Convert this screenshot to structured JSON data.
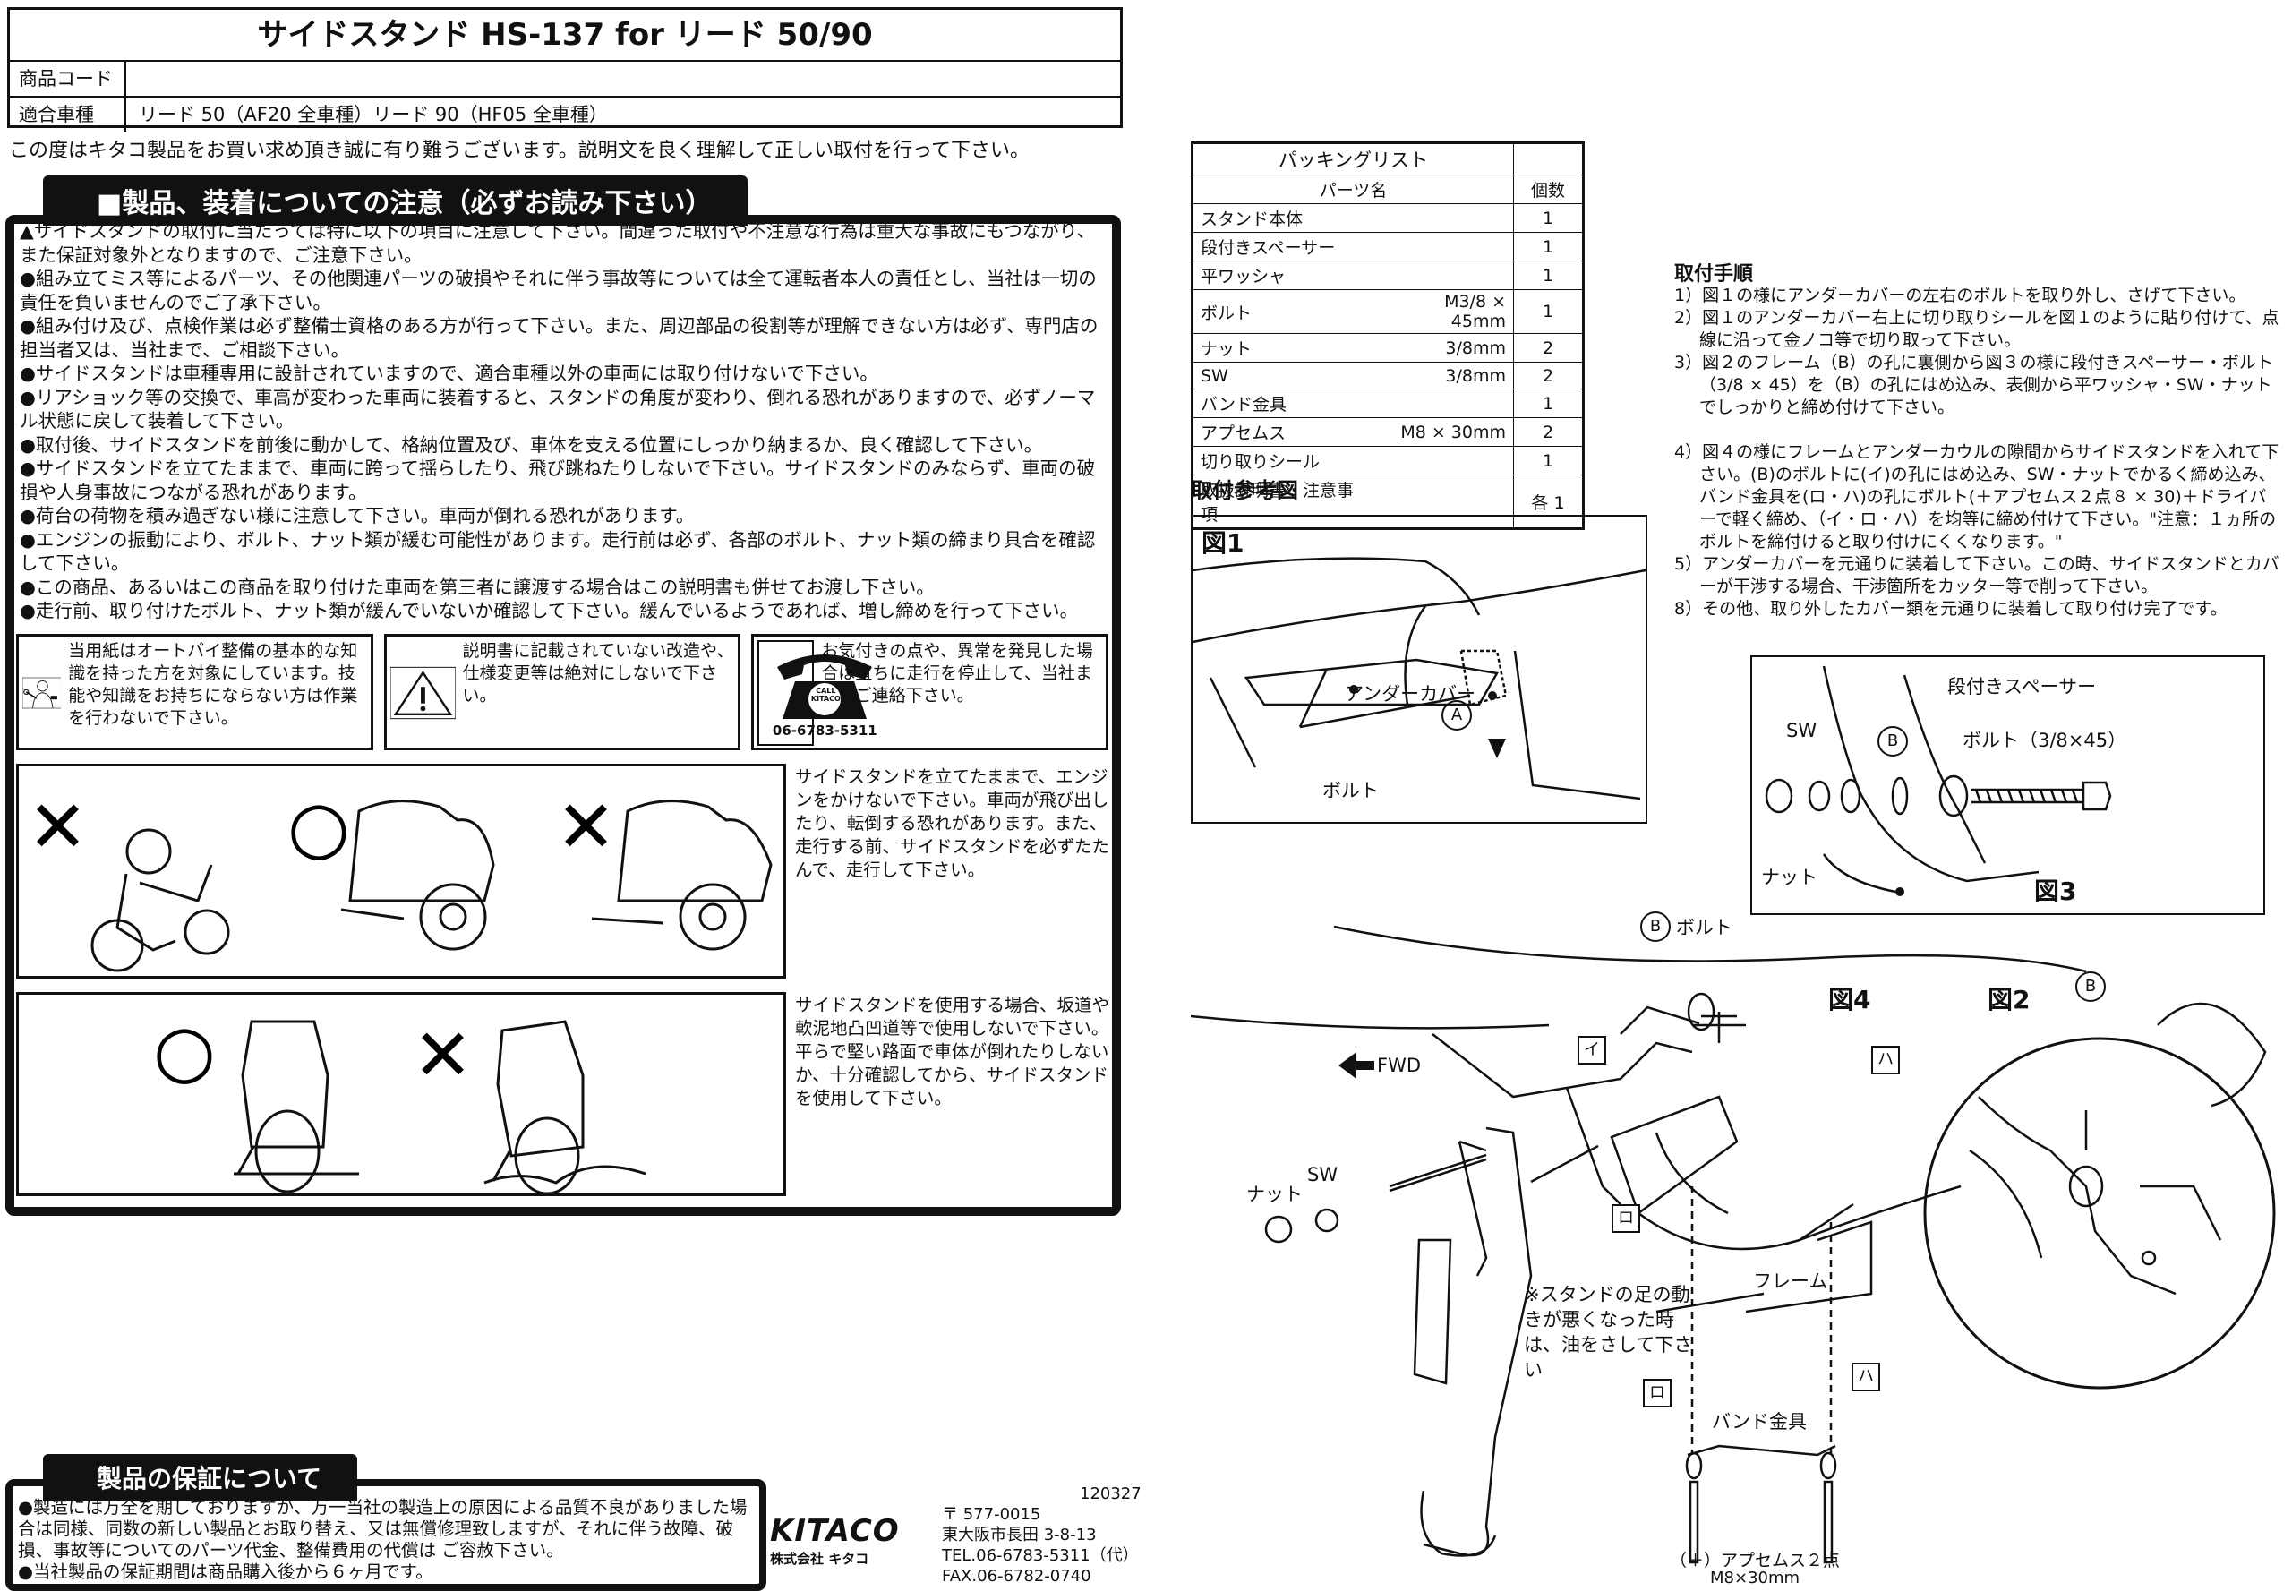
{
  "header": {
    "title": "サイドスタンド HS-137 for リード 50/90",
    "rows": [
      {
        "key": "商品コード",
        "value": ""
      },
      {
        "key": "適合車種",
        "value": "リード 50（AF20 全車種）リード 90（HF05 全車種）"
      }
    ]
  },
  "intro": "この度はキタコ製品をお買い求め頂き誠に有り難うございます。説明文を良く理解して正しい取付を行って下さい。",
  "caution": {
    "heading": "■製品、装着についての注意（必ずお読み下さい）",
    "items": [
      "▲サイドスタンドの取付に当たっては特に以下の項目に注意して下さい。間違った取付や不注意な行為は重大な事故にもつながり、また保証対象外となりますので、ご注意下さい。",
      "●組み立てミス等によるパーツ、その他関連パーツの破損やそれに伴う事故等については全て運転者本人の責任とし、当社は一切の責任を負いませんのでご了承下さい。",
      "●組み付け及び、点検作業は必ず整備士資格のある方が行って下さい。また、周辺部品の役割等が理解できない方は必ず、専門店の担当者又は、当社まで、ご相談下さい。",
      "●サイドスタンドは車種専用に設計されていますので、適合車種以外の車両には取り付けないで下さい。",
      "●リアショック等の交換で、車高が変わった車両に装着すると、スタンドの角度が変わり、倒れる恐れがありますので、必ずノーマル状態に戻して装着して下さい。",
      "●取付後、サイドスタンドを前後に動かして、格納位置及び、車体を支える位置にしっかり納まるか、良く確認して下さい。",
      "●サイドスタンドを立てたままで、車両に跨って揺らしたり、飛び跳ねたりしないで下さい。サイドスタンドのみならず、車両の破損や人身事故につながる恐れがあります。",
      "●荷台の荷物を積み過ぎない様に注意して下さい。車両が倒れる恐れがあります。",
      "●エンジンの振動により、ボルト、ナット類が緩む可能性があります。走行前は必ず、各部のボルト、ナット類の締まり具合を確認して下さい。",
      "●この商品、あるいはこの商品を取り付けた車両を第三者に譲渡する場合はこの説明書も併せてお渡し下さい。",
      "●走行前、取り付けたボルト、ナット類が緩んでいないか確認して下さい。緩んでいるようであれば、増し締めを行って下さい。"
    ],
    "icon_notes": [
      "当用紙はオートバイ整備の基本的な知識を持った方を対象にしています。技能や知識をお持ちにならない方は作業を行わないで下さい。",
      "説明書に記載されていない改造や、仕様変更等は絶対にしないで下さい。",
      "お気付きの点や、異常を発見した場合は直ちに走行を停止して、当社まで、ご連絡下さい。"
    ],
    "phone_call": "CALL KITACO",
    "phone_number": "06-6783-5311",
    "panel1_text": "サイドスタンドを立てたままで、エンジンをかけないで下さい。車両が飛び出したり、転倒する恐れがあります。また、走行する前、サイドスタンドを必ずたたんで、走行して下さい。",
    "panel2_text": "サイドスタンドを使用する場合、坂道や軟泥地凸凹道等で使用しないで下さい。平らで堅い路面で車体が倒れたりしないか、十分確認してから、サイドスタンドを使用して下さい。",
    "mark_ng": "✕",
    "mark_ok": "○"
  },
  "warranty": {
    "heading": "製品の保証について",
    "items": [
      "●製造には万全を期しておりますが、万一当社の製造上の原因による品質不良がありました場合は同様、同数の新しい製品とお取り替え、又は無償修理致しますが、それに伴う故障、破損、事故等についてのパーツ代金、整備費用の代償は ご容赦下さい。",
      "●当社製品の保証期間は商品購入後から６ヶ月です。"
    ]
  },
  "company": {
    "doc_number": "120327",
    "logo_text": "KITACO",
    "logo_sub": "株式会社 キタコ",
    "postal": "〒 577-0015",
    "address": "東大阪市長田 3-8-13",
    "tel": "TEL.06-6783-5311（代）",
    "fax": "FAX.06-6782-0740"
  },
  "packing": {
    "title": "パッキングリスト",
    "col_part": "パーツ名",
    "col_qty": "個数",
    "rows": [
      {
        "name": "スタンド本体",
        "spec": "",
        "qty": "1"
      },
      {
        "name": "段付きスペーサー",
        "spec": "",
        "qty": "1"
      },
      {
        "name": "平ワッシャ",
        "spec": "",
        "qty": "1"
      },
      {
        "name": "ボルト",
        "spec": "M3/8 × 45mm",
        "qty": "1"
      },
      {
        "name": "ナット",
        "spec": "3/8mm",
        "qty": "2"
      },
      {
        "name": "SW",
        "spec": "3/8mm",
        "qty": "2"
      },
      {
        "name": "バンド金具",
        "spec": "",
        "qty": "1"
      },
      {
        "name": "アプセムス",
        "spec": "M8 × 30mm",
        "qty": "2"
      },
      {
        "name": "切り取りシール",
        "spec": "",
        "qty": "1"
      },
      {
        "name": "取扱説明書・注意事項",
        "spec": "",
        "qty": "各 1"
      }
    ]
  },
  "reference_heading": "取付参考図",
  "procedure": {
    "heading": "取付手順",
    "steps": [
      "1）図１の様にアンダーカバーの左右のボルトを取り外し、さげて下さい。",
      "2）図１のアンダーカバー右上に切り取りシールを図１のように貼り付けて、点線に沿って金ノコ等で切り取って下さい。",
      "3）図２のフレーム（B）の孔に裏側から図３の様に段付きスペーサー・ボルト（3/8 × 45）を（B）の孔にはめ込み、表側から平ワッシャ・SW・ナットでしっかりと締め付けて下さい。",
      "",
      "4）図４の様にフレームとアンダーカウルの隙間からサイドスタンドを入れて下さい。(B)のボルトに(イ)の孔にはめ込み、SW・ナットでかるく締め込み、バンド金具を(ロ・ハ)の孔にボルト(＋アプセムス２点８ × 30)＋ドライバーで軽く締め、（イ・ロ・ハ）を均等に締め付けて下さい。\"注意：１ヵ所のボルトを締付けると取り付けにくくなります。\"",
      "5）アンダーカバーを元通りに装着して下さい。この時、サイドスタンドとカバーが干渉する場合、干渉箇所をカッター等で削って下さい。",
      "8）その他、取り外したカバー類を元通りに装着して取り付け完了です。"
    ]
  },
  "figures": {
    "fig1": {
      "label": "図1",
      "under_cover": "アンダーカバー",
      "bolt": "ボルト",
      "mark_a": "A"
    },
    "fig2": {
      "label": "図2",
      "mark_b": "B"
    },
    "fig3": {
      "label": "図3",
      "spacer": "段付きスペーサー",
      "bolt": "ボルト（3/8×45）",
      "sw": "SW",
      "nut": "ナット",
      "mark_b": "B"
    },
    "fig4": {
      "label": "図4",
      "b_bolt": "ボルト",
      "mark_b": "B",
      "fwd": "FWD",
      "i": "イ",
      "ro": "ロ",
      "ha": "ハ",
      "nut": "ナット",
      "sw": "SW",
      "frame": "フレーム",
      "note": "※スタンドの足の動きが悪くなった時は、油をさして下さい",
      "band": "バンド金具",
      "upsems": "（＋）アプセムス２点",
      "upsems_size": "M8×30mm"
    }
  }
}
